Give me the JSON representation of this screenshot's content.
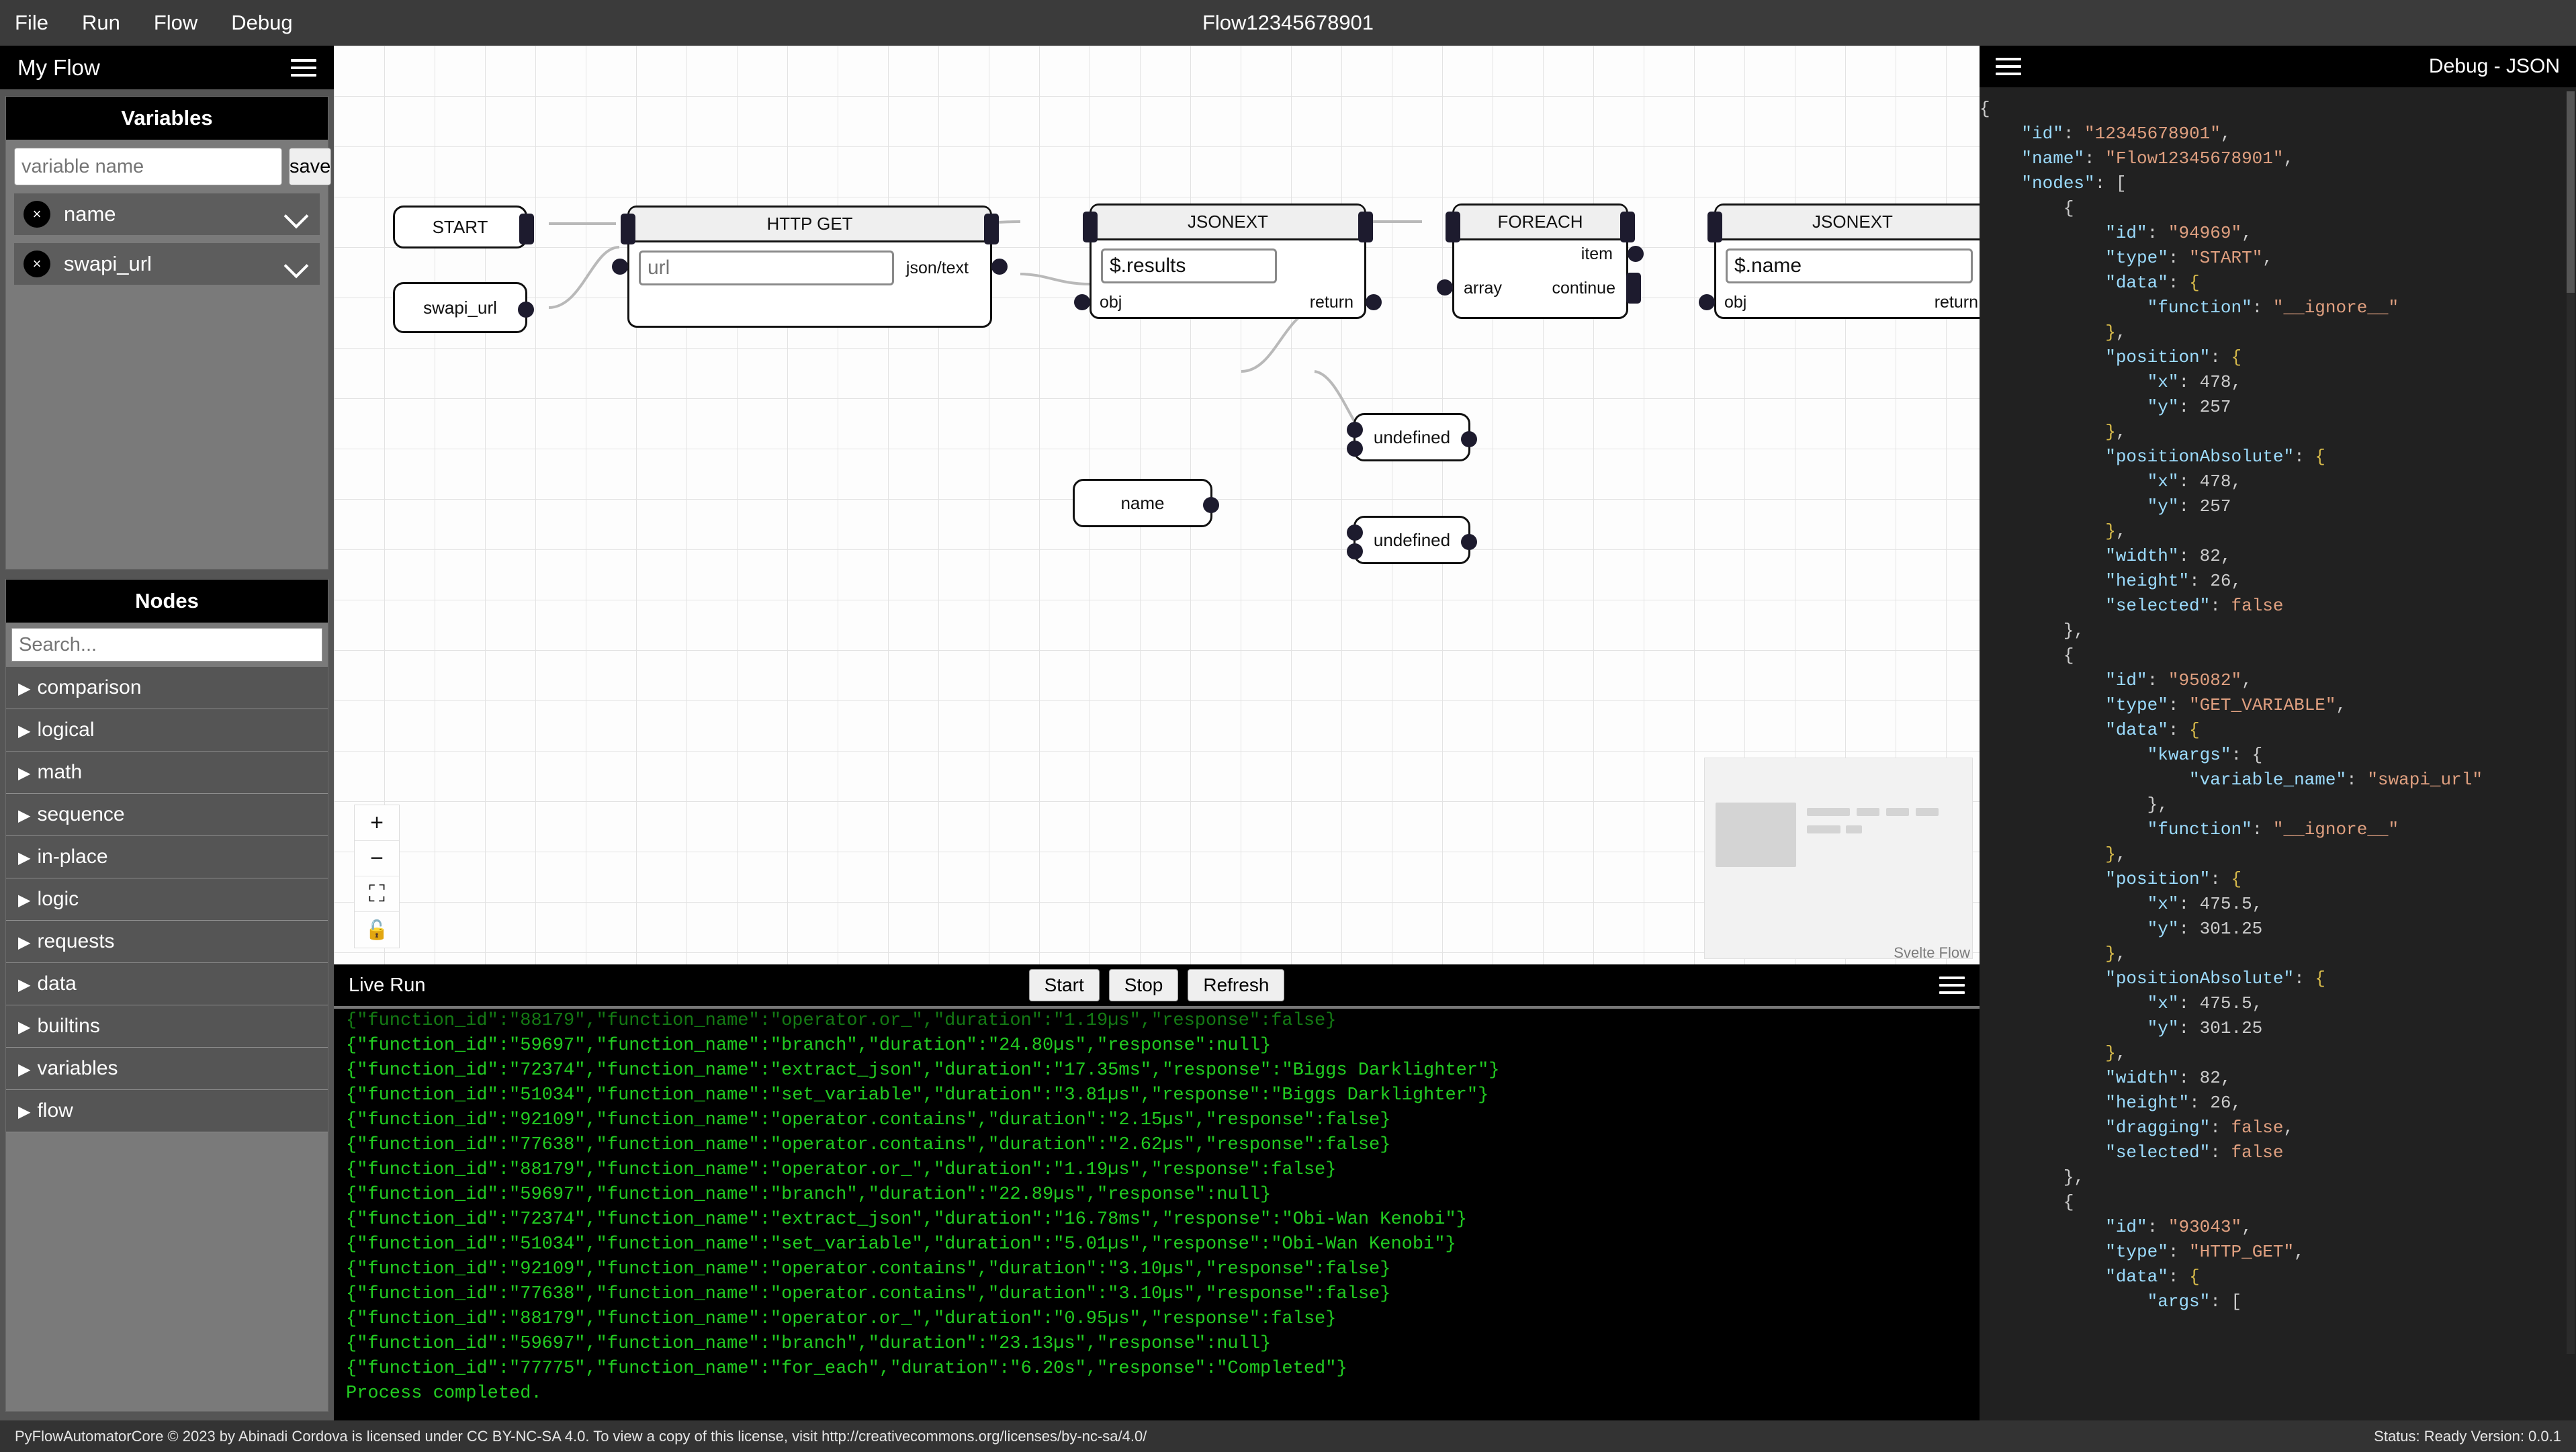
{
  "menu": {
    "items": [
      "File",
      "Run",
      "Flow",
      "Debug"
    ],
    "window_title": "Flow12345678901"
  },
  "sidebar": {
    "flow_title": "My Flow",
    "variables": {
      "title": "Variables",
      "input_placeholder": "variable name",
      "save_label": "save",
      "items": [
        {
          "name": "name"
        },
        {
          "name": "swapi_url"
        }
      ]
    },
    "nodes": {
      "title": "Nodes",
      "search_placeholder": "Search...",
      "categories": [
        "comparison",
        "logical",
        "math",
        "sequence",
        "in-place",
        "logic",
        "requests",
        "data",
        "builtins",
        "variables",
        "flow"
      ]
    }
  },
  "canvas": {
    "watermark": "Svelte Flow",
    "controls": [
      "zoom-in",
      "zoom-out",
      "fit-view",
      "lock"
    ],
    "nodes": [
      {
        "id": "start",
        "label": "START",
        "kind": "pill"
      },
      {
        "id": "swapi_url",
        "label": "swapi_url",
        "kind": "pill"
      },
      {
        "id": "httpget",
        "label": "HTTP GET",
        "kind": "card",
        "field": "url",
        "field_is_placeholder": true,
        "ports_right": [
          "json/text"
        ],
        "ports_left": []
      },
      {
        "id": "jsonext1",
        "label": "JSONEXT",
        "kind": "card",
        "field": "$.results",
        "field_is_placeholder": false,
        "ports_left": [
          "obj"
        ],
        "ports_right": [
          "return"
        ]
      },
      {
        "id": "foreach",
        "label": "FOREACH",
        "kind": "card",
        "field": "",
        "ports_left": [
          "array"
        ],
        "ports_right": [
          "item",
          "continue"
        ]
      },
      {
        "id": "jsonext2",
        "label": "JSONEXT",
        "kind": "card",
        "field": "$.name",
        "field_is_placeholder": false,
        "ports_left": [
          "obj"
        ],
        "ports_right": [
          "return"
        ]
      },
      {
        "id": "name",
        "label": "name",
        "kind": "pill"
      },
      {
        "id": "undef1",
        "label": "undefined",
        "kind": "pill"
      },
      {
        "id": "undef2",
        "label": "undefined",
        "kind": "pill"
      }
    ]
  },
  "liverun": {
    "title": "Live Run",
    "buttons": [
      "Start",
      "Stop",
      "Refresh"
    ],
    "log": [
      "{\"function_id\":\"88179\",\"function_name\":\"operator.or_\",\"duration\":\"1.19µs\",\"response\":false}",
      "{\"function_id\":\"59697\",\"function_name\":\"branch\",\"duration\":\"24.80µs\",\"response\":null}",
      "{\"function_id\":\"72374\",\"function_name\":\"extract_json\",\"duration\":\"17.35ms\",\"response\":\"Biggs Darklighter\"}",
      "{\"function_id\":\"51034\",\"function_name\":\"set_variable\",\"duration\":\"3.81µs\",\"response\":\"Biggs Darklighter\"}",
      "{\"function_id\":\"92109\",\"function_name\":\"operator.contains\",\"duration\":\"2.15µs\",\"response\":false}",
      "{\"function_id\":\"77638\",\"function_name\":\"operator.contains\",\"duration\":\"2.62µs\",\"response\":false}",
      "{\"function_id\":\"88179\",\"function_name\":\"operator.or_\",\"duration\":\"1.19µs\",\"response\":false}",
      "{\"function_id\":\"59697\",\"function_name\":\"branch\",\"duration\":\"22.89µs\",\"response\":null}",
      "{\"function_id\":\"72374\",\"function_name\":\"extract_json\",\"duration\":\"16.78ms\",\"response\":\"Obi-Wan Kenobi\"}",
      "{\"function_id\":\"51034\",\"function_name\":\"set_variable\",\"duration\":\"5.01µs\",\"response\":\"Obi-Wan Kenobi\"}",
      "{\"function_id\":\"92109\",\"function_name\":\"operator.contains\",\"duration\":\"3.10µs\",\"response\":false}",
      "{\"function_id\":\"77638\",\"function_name\":\"operator.contains\",\"duration\":\"3.10µs\",\"response\":false}",
      "{\"function_id\":\"88179\",\"function_name\":\"operator.or_\",\"duration\":\"0.95µs\",\"response\":false}",
      "{\"function_id\":\"59697\",\"function_name\":\"branch\",\"duration\":\"23.13µs\",\"response\":null}",
      "{\"function_id\":\"77775\",\"function_name\":\"for_each\",\"duration\":\"6.20s\",\"response\":\"Completed\"}",
      "Process completed."
    ]
  },
  "debug": {
    "title": "Debug - JSON",
    "json_lines": [
      [
        [
          "p",
          "{"
        ]
      ],
      [
        [
          "k",
          "    \"id\""
        ],
        [
          "p",
          ": "
        ],
        [
          "s",
          "\"12345678901\""
        ],
        [
          "p",
          ","
        ]
      ],
      [
        [
          "k",
          "    \"name\""
        ],
        [
          "p",
          ": "
        ],
        [
          "s",
          "\"Flow12345678901\""
        ],
        [
          "p",
          ","
        ]
      ],
      [
        [
          "k",
          "    \"nodes\""
        ],
        [
          "p",
          ": ["
        ]
      ],
      [
        [
          "p",
          "        {"
        ]
      ],
      [
        [
          "k",
          "            \"id\""
        ],
        [
          "p",
          ": "
        ],
        [
          "s",
          "\"94969\""
        ],
        [
          "p",
          ","
        ]
      ],
      [
        [
          "k",
          "            \"type\""
        ],
        [
          "p",
          ": "
        ],
        [
          "s",
          "\"START\""
        ],
        [
          "p",
          ","
        ]
      ],
      [
        [
          "k",
          "            \"data\""
        ],
        [
          "p",
          ": "
        ],
        [
          "y",
          "{"
        ]
      ],
      [
        [
          "k",
          "                \"function\""
        ],
        [
          "p",
          ": "
        ],
        [
          "s",
          "\"__ignore__\""
        ]
      ],
      [
        [
          "y",
          "            }"
        ],
        [
          "p",
          ","
        ]
      ],
      [
        [
          "k",
          "            \"position\""
        ],
        [
          "p",
          ": "
        ],
        [
          "y",
          "{"
        ]
      ],
      [
        [
          "k",
          "                \"x\""
        ],
        [
          "p",
          ": "
        ],
        [
          "n",
          "478"
        ],
        [
          "p",
          ","
        ]
      ],
      [
        [
          "k",
          "                \"y\""
        ],
        [
          "p",
          ": "
        ],
        [
          "n",
          "257"
        ]
      ],
      [
        [
          "y",
          "            }"
        ],
        [
          "p",
          ","
        ]
      ],
      [
        [
          "k",
          "            \"positionAbsolute\""
        ],
        [
          "p",
          ": "
        ],
        [
          "y",
          "{"
        ]
      ],
      [
        [
          "k",
          "                \"x\""
        ],
        [
          "p",
          ": "
        ],
        [
          "n",
          "478"
        ],
        [
          "p",
          ","
        ]
      ],
      [
        [
          "k",
          "                \"y\""
        ],
        [
          "p",
          ": "
        ],
        [
          "n",
          "257"
        ]
      ],
      [
        [
          "y",
          "            }"
        ],
        [
          "p",
          ","
        ]
      ],
      [
        [
          "k",
          "            \"width\""
        ],
        [
          "p",
          ": "
        ],
        [
          "n",
          "82"
        ],
        [
          "p",
          ","
        ]
      ],
      [
        [
          "k",
          "            \"height\""
        ],
        [
          "p",
          ": "
        ],
        [
          "n",
          "26"
        ],
        [
          "p",
          ","
        ]
      ],
      [
        [
          "k",
          "            \"selected\""
        ],
        [
          "p",
          ": "
        ],
        [
          "b",
          "false"
        ]
      ],
      [
        [
          "p",
          "        },"
        ]
      ],
      [
        [
          "p",
          "        {"
        ]
      ],
      [
        [
          "k",
          "            \"id\""
        ],
        [
          "p",
          ": "
        ],
        [
          "s",
          "\"95082\""
        ],
        [
          "p",
          ","
        ]
      ],
      [
        [
          "k",
          "            \"type\""
        ],
        [
          "p",
          ": "
        ],
        [
          "s",
          "\"GET_VARIABLE\""
        ],
        [
          "p",
          ","
        ]
      ],
      [
        [
          "k",
          "            \"data\""
        ],
        [
          "p",
          ": "
        ],
        [
          "y",
          "{"
        ]
      ],
      [
        [
          "k",
          "                \"kwargs\""
        ],
        [
          "p",
          ": {"
        ]
      ],
      [
        [
          "k",
          "                    \"variable_name\""
        ],
        [
          "p",
          ": "
        ],
        [
          "s",
          "\"swapi_url\""
        ]
      ],
      [
        [
          "p",
          "                },"
        ]
      ],
      [
        [
          "k",
          "                \"function\""
        ],
        [
          "p",
          ": "
        ],
        [
          "s",
          "\"__ignore__\""
        ]
      ],
      [
        [
          "y",
          "            }"
        ],
        [
          "p",
          ","
        ]
      ],
      [
        [
          "k",
          "            \"position\""
        ],
        [
          "p",
          ": "
        ],
        [
          "y",
          "{"
        ]
      ],
      [
        [
          "k",
          "                \"x\""
        ],
        [
          "p",
          ": "
        ],
        [
          "n",
          "475.5"
        ],
        [
          "p",
          ","
        ]
      ],
      [
        [
          "k",
          "                \"y\""
        ],
        [
          "p",
          ": "
        ],
        [
          "n",
          "301.25"
        ]
      ],
      [
        [
          "y",
          "            }"
        ],
        [
          "p",
          ","
        ]
      ],
      [
        [
          "k",
          "            \"positionAbsolute\""
        ],
        [
          "p",
          ": "
        ],
        [
          "y",
          "{"
        ]
      ],
      [
        [
          "k",
          "                \"x\""
        ],
        [
          "p",
          ": "
        ],
        [
          "n",
          "475.5"
        ],
        [
          "p",
          ","
        ]
      ],
      [
        [
          "k",
          "                \"y\""
        ],
        [
          "p",
          ": "
        ],
        [
          "n",
          "301.25"
        ]
      ],
      [
        [
          "y",
          "            }"
        ],
        [
          "p",
          ","
        ]
      ],
      [
        [
          "k",
          "            \"width\""
        ],
        [
          "p",
          ": "
        ],
        [
          "n",
          "82"
        ],
        [
          "p",
          ","
        ]
      ],
      [
        [
          "k",
          "            \"height\""
        ],
        [
          "p",
          ": "
        ],
        [
          "n",
          "26"
        ],
        [
          "p",
          ","
        ]
      ],
      [
        [
          "k",
          "            \"dragging\""
        ],
        [
          "p",
          ": "
        ],
        [
          "b",
          "false"
        ],
        [
          "p",
          ","
        ]
      ],
      [
        [
          "k",
          "            \"selected\""
        ],
        [
          "p",
          ": "
        ],
        [
          "b",
          "false"
        ]
      ],
      [
        [
          "p",
          "        },"
        ]
      ],
      [
        [
          "p",
          "        {"
        ]
      ],
      [
        [
          "k",
          "            \"id\""
        ],
        [
          "p",
          ": "
        ],
        [
          "s",
          "\"93043\""
        ],
        [
          "p",
          ","
        ]
      ],
      [
        [
          "k",
          "            \"type\""
        ],
        [
          "p",
          ": "
        ],
        [
          "s",
          "\"HTTP_GET\""
        ],
        [
          "p",
          ","
        ]
      ],
      [
        [
          "k",
          "            \"data\""
        ],
        [
          "p",
          ": "
        ],
        [
          "y",
          "{"
        ]
      ],
      [
        [
          "k",
          "                \"args\""
        ],
        [
          "p",
          ": ["
        ]
      ]
    ]
  },
  "statusbar": {
    "license": "PyFlowAutomatorCore © 2023 by Abinadi Cordova is licensed under CC BY-NC-SA 4.0. To view a copy of this license, visit http://creativecommons.org/licenses/by-nc-sa/4.0/",
    "status": "Status: Ready Version: 0.0.1"
  }
}
